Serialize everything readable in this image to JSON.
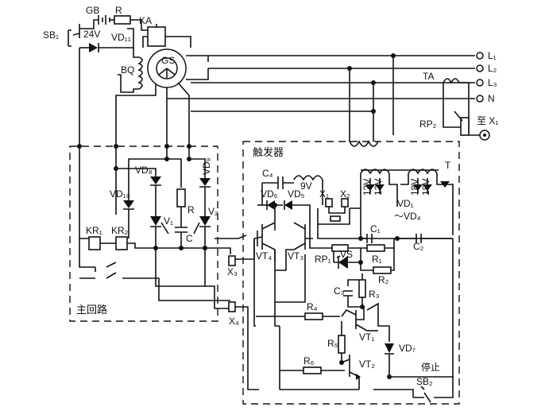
{
  "labels": {
    "gb": "GB",
    "r_top": "R",
    "ka": "KA",
    "sb1": "SB₁",
    "v24": "24V",
    "vd11": "VD₁₁",
    "bq": "BQ",
    "gs": "GS",
    "l1": "L₁",
    "l2": "L₂",
    "l3": "L₃",
    "n": "N",
    "ta": "TA",
    "rp2": "RP₂",
    "to_x1": "至 X₁",
    "trigger": "触发器",
    "t": "T",
    "c4": "C₄",
    "v9": "9V",
    "vd6": "VD₆",
    "vd5": "VD₅",
    "x1": "X₁",
    "x2": "X₂",
    "v12a": "12V",
    "v12b": "12V",
    "v18a": "18V",
    "v18b": "18V",
    "vd1_vd4_a": "VD₁",
    "vd1_vd4_b": "～VD₄",
    "c1": "C₁",
    "c2": "C₂",
    "rp1": "RP₁",
    "vs": "VS",
    "r1": "R₁",
    "r2": "R₂",
    "c3": "C₃",
    "r3": "R₃",
    "vt4": "VT₄",
    "vt3": "VT₃",
    "r4": "R₄",
    "vt1": "VT₁",
    "r5": "R₅",
    "vd7": "VD₇",
    "vt2": "VT₂",
    "r6": "R₆",
    "stop": "停止",
    "sb2": "SB₂",
    "vd8": "VD₈",
    "vd9": "VD₉",
    "vd10": "VD₁₀",
    "r_mid": "R",
    "c_mid": "C",
    "v1": "V₁",
    "v2": "V₂",
    "kr1": "KR₁",
    "kr2": "KR₂",
    "x3": "X₃",
    "x4": "X₄",
    "main_loop": "主回路"
  }
}
